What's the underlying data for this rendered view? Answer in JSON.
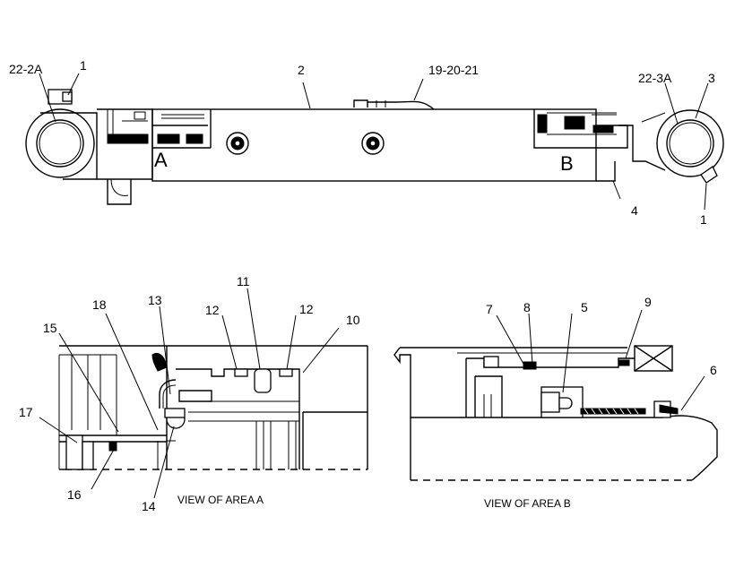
{
  "callouts": {
    "top": {
      "c22_2a": "22-2A",
      "c1_left": "1",
      "c2": "2",
      "c19_20_21": "19-20-21",
      "c22_3a": "22-3A",
      "c3": "3",
      "c4": "4",
      "c1_right": "1"
    },
    "area_a": {
      "c18": "18",
      "c13": "13",
      "c12_left": "12",
      "c11": "11",
      "c12_right": "12",
      "c10": "10",
      "c15": "15",
      "c17": "17",
      "c16": "16",
      "c14": "14"
    },
    "area_b": {
      "c7": "7",
      "c8": "8",
      "c5": "5",
      "c9": "9",
      "c6": "6"
    }
  },
  "area_markers": {
    "a": "A",
    "b": "B"
  },
  "captions": {
    "view_a": "VIEW OF AREA  A",
    "view_b": "VIEW OF AREA  B"
  }
}
